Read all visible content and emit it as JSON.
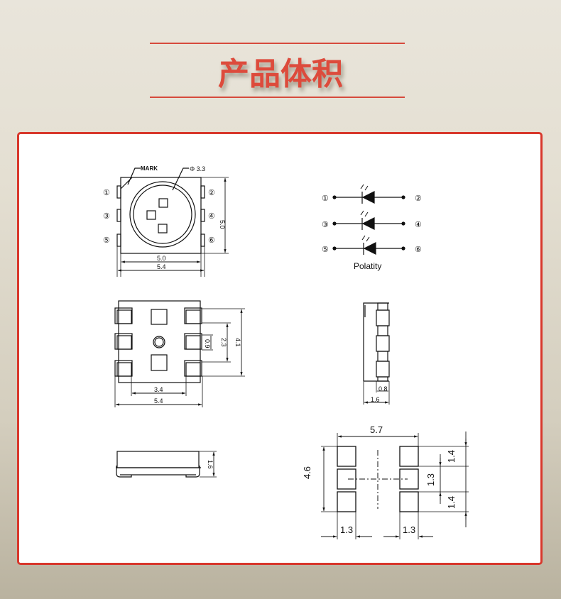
{
  "header": {
    "title": "产品体积",
    "accent_color": "#dd4b3c"
  },
  "top_view": {
    "mark_label": "MARK",
    "lens_label": "Φ 3.3",
    "pins_left": [
      "①",
      "③",
      "⑤"
    ],
    "pins_right": [
      "②",
      "④",
      "⑥"
    ],
    "dim_height": "5.0",
    "dim_body_width": "5.0",
    "dim_total_width": "5.4"
  },
  "polarity": {
    "caption": "Polatity",
    "rows": [
      {
        "anode": "①",
        "cathode": "②"
      },
      {
        "anode": "③",
        "cathode": "④"
      },
      {
        "anode": "⑤",
        "cathode": "⑥"
      }
    ]
  },
  "bottom_view": {
    "dim_pad_height": "0.9",
    "dim_pitch": "2.3",
    "dim_total_height": "4.1",
    "dim_inner_width": "3.4",
    "dim_total_width": "5.4"
  },
  "side_view": {
    "dim_pad": "0.8",
    "dim_thickness": "1.6"
  },
  "front_view": {
    "dim_height": "1.6"
  },
  "footprint": {
    "dim_span": "5.7",
    "dim_height": "4.6",
    "dim_pitch_top": "1.4",
    "dim_pad": "1.3",
    "dim_pitch_bottom": "1.4",
    "dim_pad_width_left": "1.3",
    "dim_pad_width_right": "1.3"
  }
}
